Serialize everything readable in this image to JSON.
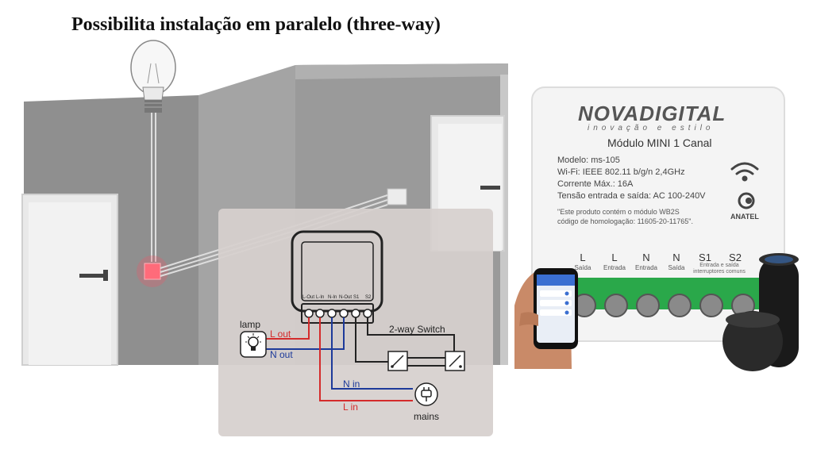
{
  "title": "Possibilita instalação em paralelo (three-way)",
  "diagram": {
    "labels": {
      "lamp": "lamp",
      "l_out": "L out",
      "n_out": "N out",
      "two_way": "2-way Switch",
      "n_in": "N in",
      "l_in": "L in",
      "mains": "mains"
    },
    "terminals": [
      "L-Out",
      "L-In",
      "N-In",
      "N-Out",
      "S1",
      "S2"
    ],
    "colors": {
      "live": "#d42b2b",
      "neutral": "#1d3a9a",
      "switch": "#222222",
      "bulb_glow": "#ff4d5e"
    }
  },
  "product": {
    "brand": "NOVADIGITAL",
    "tagline": "inovação e estilo",
    "title": "Módulo MINI 1 Canal",
    "specs": [
      "Modelo: ms-105",
      "Wi-Fi: IEEE 802.11 b/g/n 2,4GHz",
      "Corrente Máx.: 16A",
      "Tensão entrada e saída: AC 100-240V"
    ],
    "cert": [
      "\"Este produto contém o módulo WB2S",
      "código de homologação: 11605-20-11765\"."
    ],
    "anatel": "ANATEL",
    "terminals": [
      {
        "label": "L",
        "sub": "Saída"
      },
      {
        "label": "L",
        "sub": "Entrada"
      },
      {
        "label": "N",
        "sub": "Entrada"
      },
      {
        "label": "N",
        "sub": "Saída"
      },
      {
        "label": "S1",
        "sub": ""
      },
      {
        "label": "S2",
        "sub": ""
      }
    ],
    "terminal_note": "Entrada e saída interruptores comuns",
    "accent": "#2aa84a"
  }
}
